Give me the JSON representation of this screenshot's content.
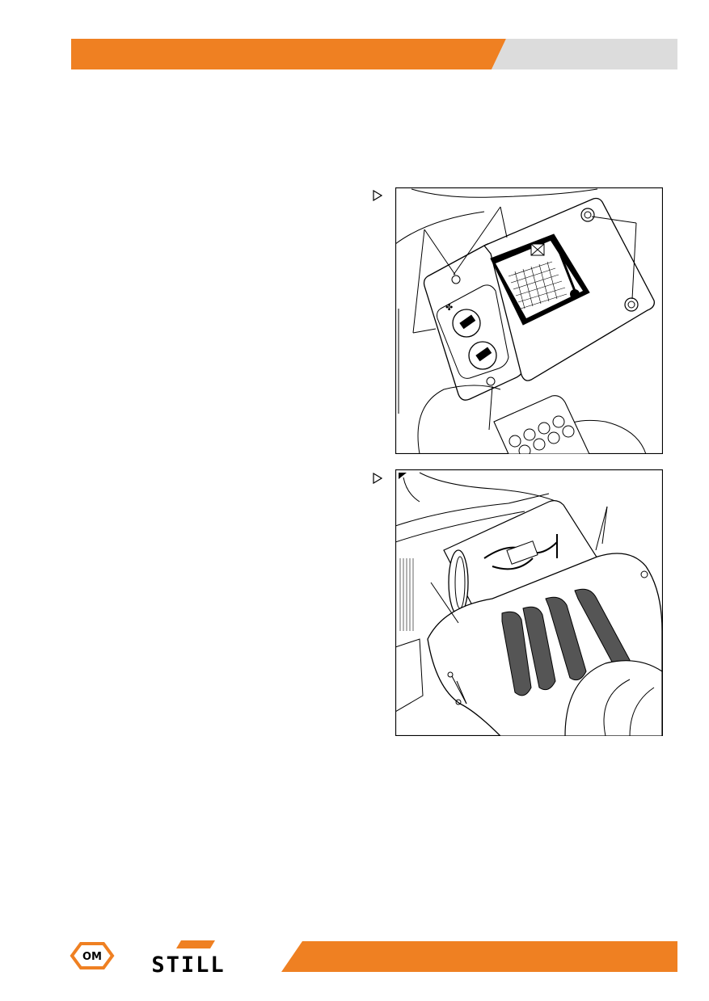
{
  "header": {
    "accent_color": "#ef8022",
    "secondary_color": "#dcdcdc"
  },
  "figures": [
    {
      "marker_icon": "triangle-right-icon",
      "subject": "control-panel-illustration"
    },
    {
      "marker_icon": "triangle-right-icon",
      "subject": "seat-console-illustration"
    }
  ],
  "footer": {
    "logo_om_text": "OM",
    "logo_still_text": "STILL",
    "accent_color": "#ef8022"
  }
}
